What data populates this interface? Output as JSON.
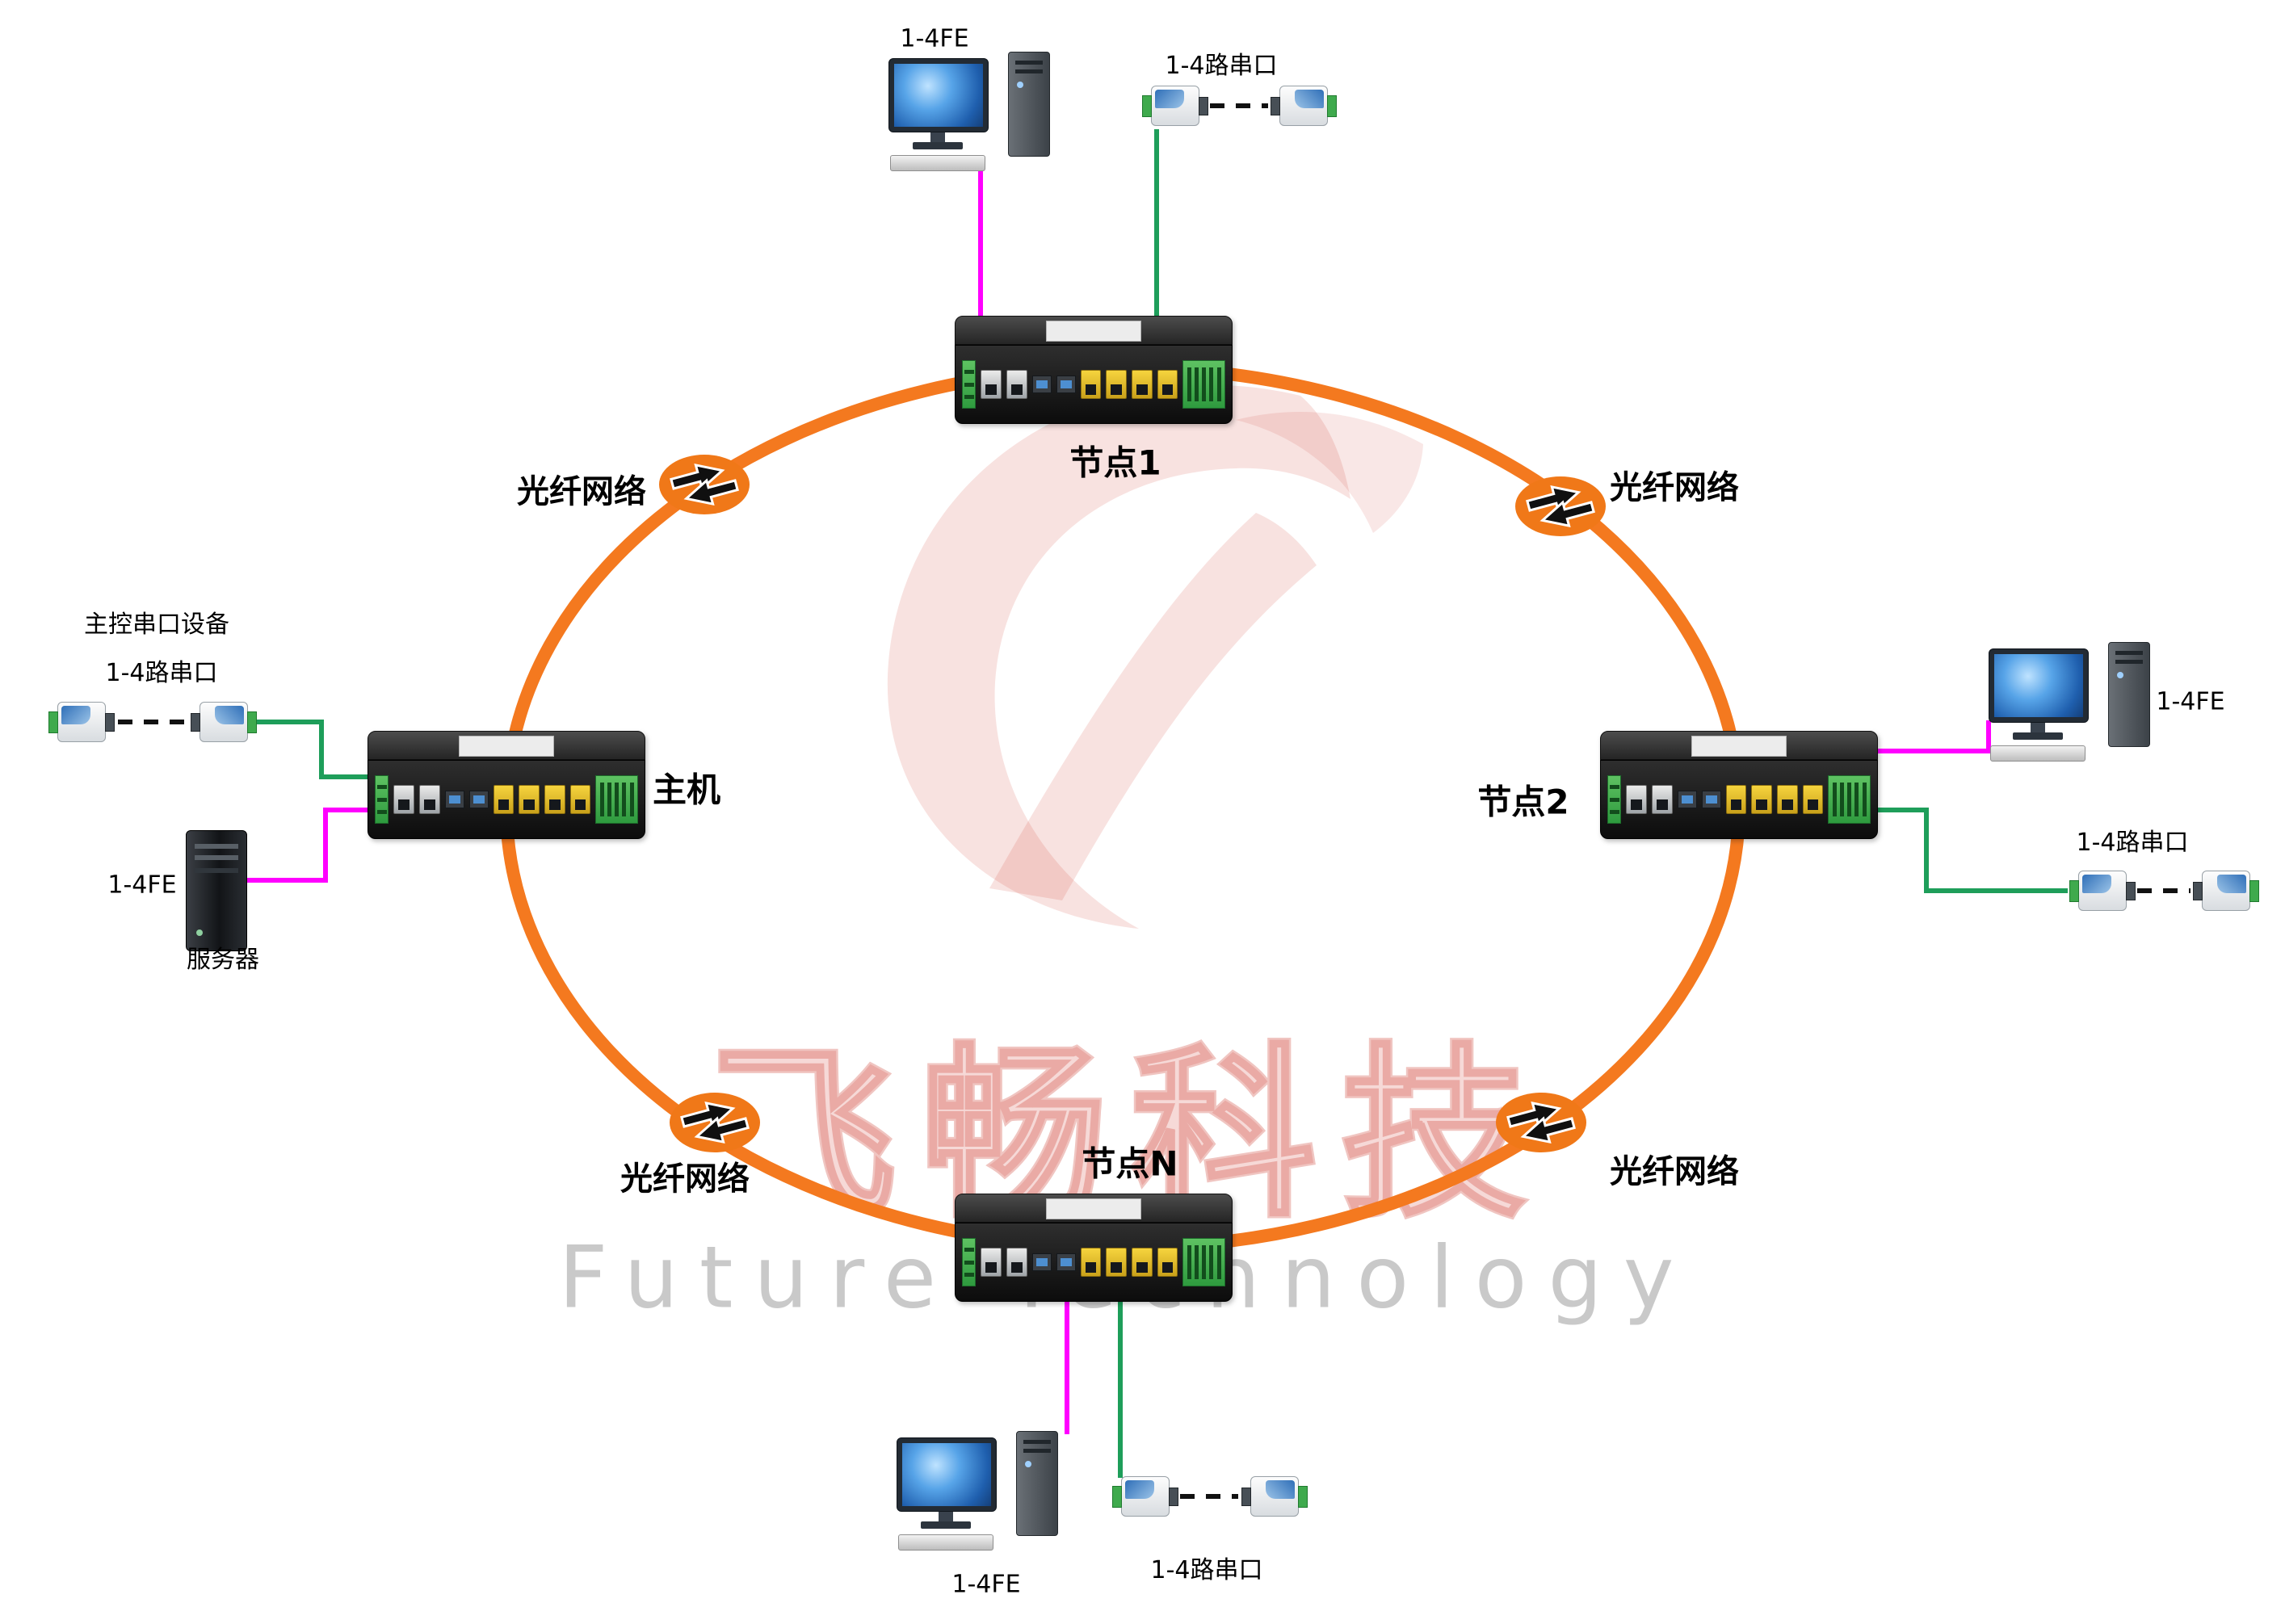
{
  "watermark": {
    "brand_cn": "飞畅科技",
    "brand_en": "Future Technology"
  },
  "colors": {
    "ring": "#F4791F",
    "fe_line": "#FF00FF",
    "serial_line": "#1E9E5A",
    "dashed_line": "#111111",
    "fiber_icon": "#F07818"
  },
  "nodes": {
    "node1": {
      "label": "节点1"
    },
    "node2": {
      "label": "节点2"
    },
    "nodeN": {
      "label": "节点N"
    },
    "host": {
      "label": "主机"
    }
  },
  "fiber": {
    "label": "光纤网络"
  },
  "labels": {
    "fe": "1-4FE",
    "serial": "1-4路串口",
    "master_serial": "主控串口设备",
    "server": "服务器"
  }
}
